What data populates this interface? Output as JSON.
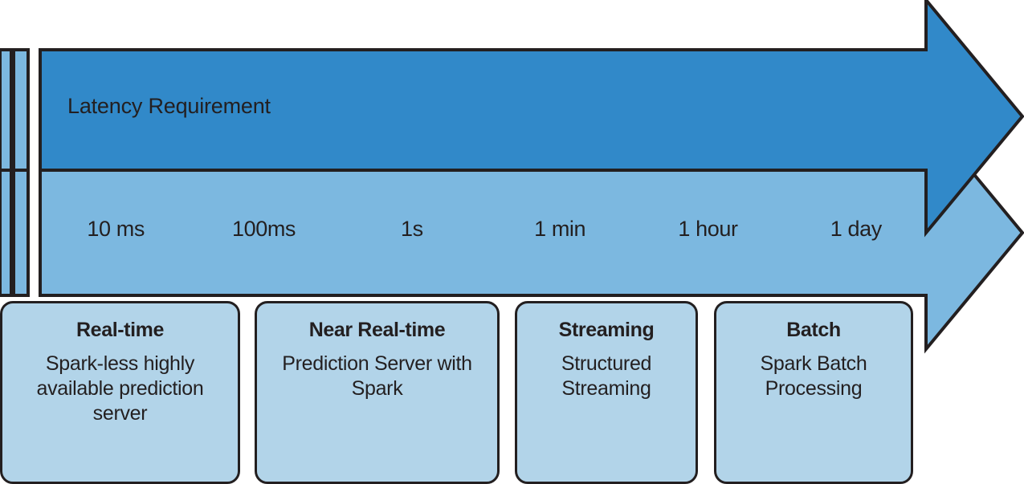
{
  "diagram": {
    "title": "Latency Requirement",
    "colors": {
      "dark_band": "#3189c9",
      "light_band": "#7cb8e0",
      "box_fill": "#b2d4e9",
      "outline": "#231f20"
    },
    "axis": {
      "label": "Latency Requirement",
      "ticks": [
        {
          "label": "10 ms"
        },
        {
          "label": "100ms"
        },
        {
          "label": "1s"
        },
        {
          "label": "1 min"
        },
        {
          "label": "1 hour"
        },
        {
          "label": "1 day"
        }
      ]
    },
    "categories": [
      {
        "title": "Real-time",
        "description": "Spark-less highly available prediction server"
      },
      {
        "title": "Near Real-time",
        "description": "Prediction Server with Spark"
      },
      {
        "title": "Streaming",
        "description": "Structured Streaming"
      },
      {
        "title": "Batch",
        "description": "Spark Batch Processing"
      }
    ]
  }
}
